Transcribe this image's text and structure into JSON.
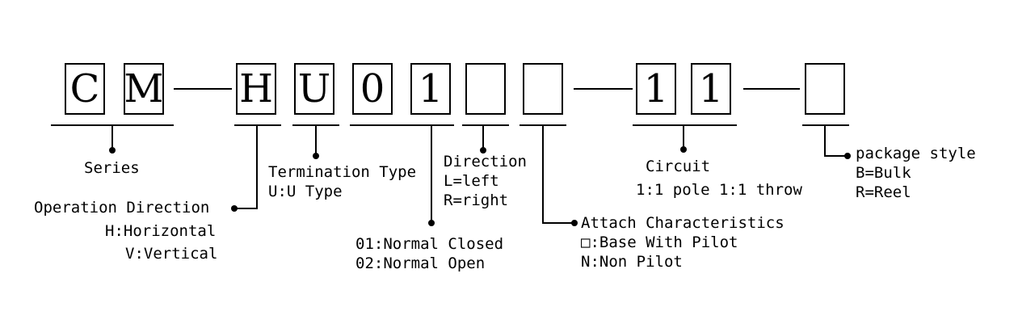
{
  "code": {
    "box1": "C",
    "box2": "M",
    "box3": "H",
    "box4": "U",
    "box5": "0",
    "box6": "1",
    "box7": "",
    "box8": "",
    "box9": "1",
    "box10": "1",
    "box11": ""
  },
  "labels": {
    "series": "Series",
    "operation": {
      "title": "Operation Direction",
      "h": "H:Horizontal",
      "v": "V:Vertical"
    },
    "termination": {
      "title": "Termination Type",
      "u": "U:U Type"
    },
    "normal": {
      "closed": "01:Normal Closed",
      "open": "02:Normal Open"
    },
    "direction": {
      "title": "Direction",
      "l": "L=left",
      "r": "R=right"
    },
    "attach": {
      "title": "Attach Characteristics",
      "base": "□:Base With Pilot",
      "non": "N:Non Pilot"
    },
    "circuit": {
      "title": "Circuit",
      "detail": "1:1 pole 1:1 throw"
    },
    "package": {
      "title": "package style",
      "bulk": "B=Bulk",
      "reel": "R=Reel"
    }
  }
}
